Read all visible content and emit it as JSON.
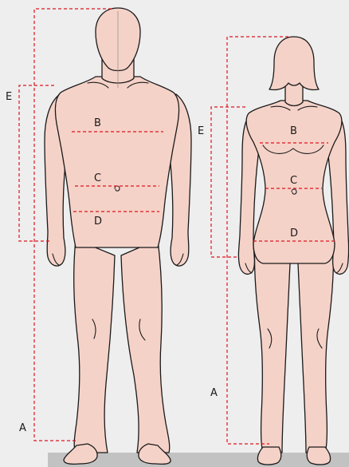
{
  "colors": {
    "background": "#eeeeee",
    "skin": "#f5d2c8",
    "outline": "#1a1a1a",
    "measure_line": "#e0141e",
    "floor": "#c2c2c2"
  },
  "male": {
    "label_a": "A",
    "label_b": "B",
    "label_c": "C",
    "label_d": "D",
    "label_e": "E"
  },
  "female": {
    "label_a": "A",
    "label_b": "B",
    "label_c": "C",
    "label_d": "D",
    "label_e": "E"
  }
}
